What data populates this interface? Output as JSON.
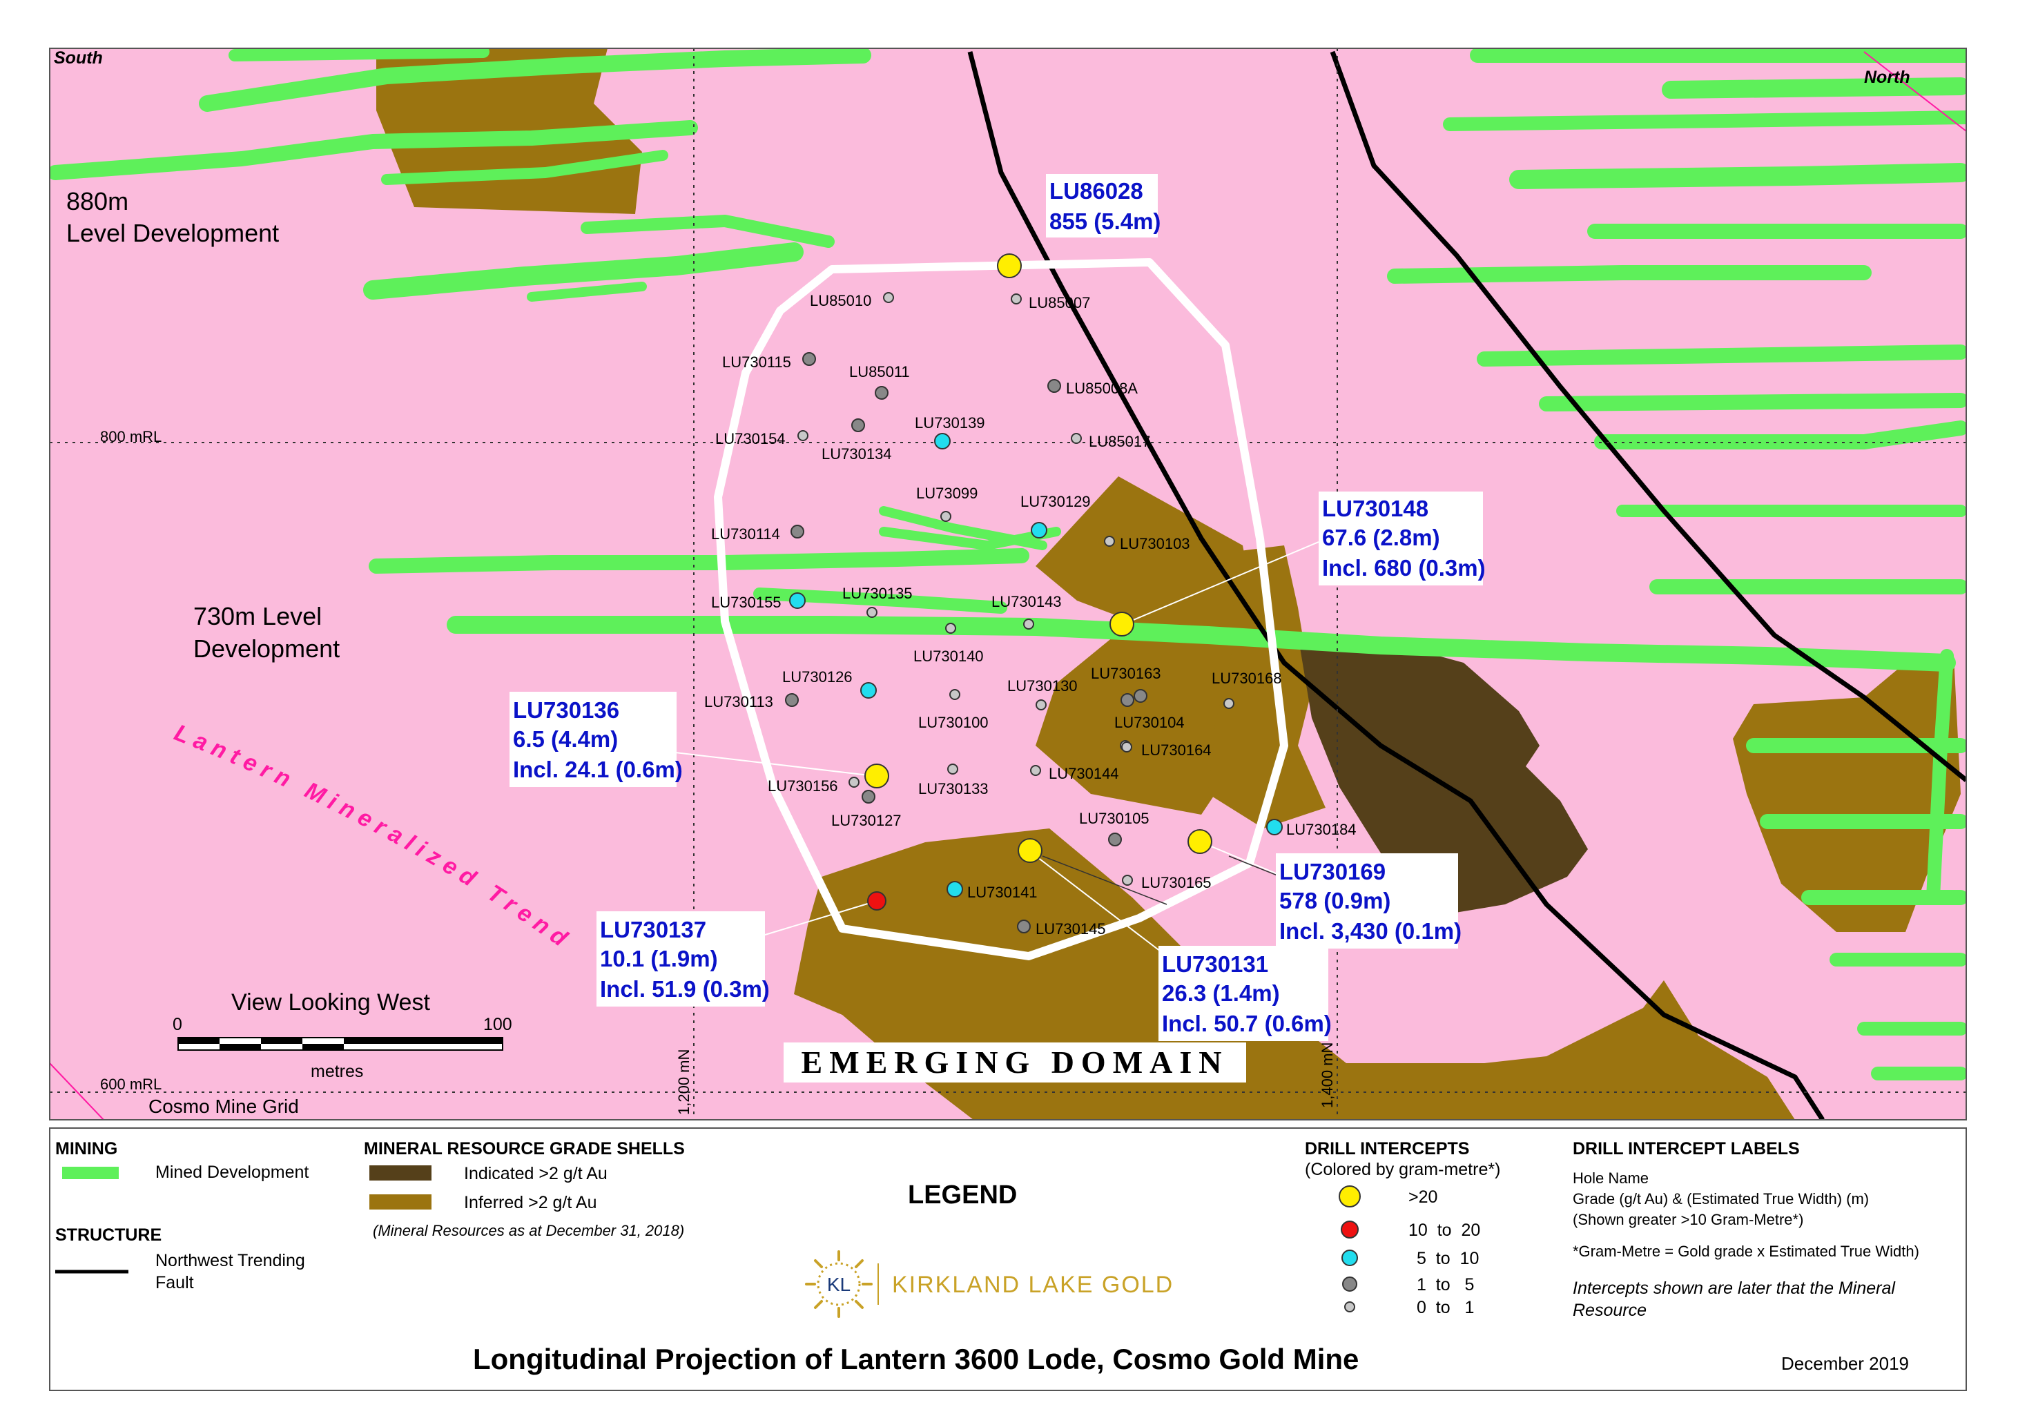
{
  "orientation": {
    "left": "South",
    "right": "North"
  },
  "levels": {
    "l880": [
      "880m",
      "Level Development"
    ],
    "l730": [
      "730m Level",
      "Development"
    ]
  },
  "rl": {
    "r800": "800 mRL",
    "r600": "600 mRL"
  },
  "grid_n": {
    "n1200": "1,200 mN",
    "n1400": "1,400 mN"
  },
  "trend": "Lantern Mineralized Trend",
  "domain_label": "EMERGING DOMAIN",
  "view": "View Looking West",
  "scale": {
    "zero": "0",
    "hundred": "100",
    "unit": "metres"
  },
  "mine_grid": "Cosmo Mine Grid",
  "holes": [
    "LU86028",
    "LU85010",
    "LU85007",
    "LU730115",
    "LU85011",
    "LU85008A",
    "LU730154",
    "LU730134",
    "LU730139",
    "LU85017",
    "LU73099",
    "LU730129",
    "LU730114",
    "LU730103",
    "LU730155",
    "LU730135",
    "LU730143",
    "LU730140",
    "LU730126",
    "LU730113",
    "LU730130",
    "LU730163",
    "LU730168",
    "LU730104",
    "LU730100",
    "LU730164",
    "LU730156",
    "LU730133",
    "LU730144",
    "LU730127",
    "LU730105",
    "LU730184",
    "LU730165",
    "LU730141",
    "LU730145",
    "LU730136",
    "LU730137",
    "LU730131",
    "LU730169",
    "LU730148"
  ],
  "callouts": {
    "lu86028": [
      "LU86028",
      "855 (5.4m)"
    ],
    "lu730148": [
      "LU730148",
      "67.6 (2.8m)",
      "Incl. 680 (0.3m)"
    ],
    "lu730136": [
      "LU730136",
      "6.5 (4.4m)",
      "Incl. 24.1 (0.6m)"
    ],
    "lu730169": [
      "LU730169",
      "578 (0.9m)",
      "Incl. 3,430 (0.1m)"
    ],
    "lu730137": [
      "LU730137",
      "10.1 (1.9m)",
      "Incl. 51.9 (0.3m)"
    ],
    "lu730131": [
      "LU730131",
      "26.3 (1.4m)",
      "Incl. 50.7 (0.6m)"
    ]
  },
  "colors": {
    "background": "#fbbbdc",
    "mined": "#5ef05a",
    "indicated": "#55401a",
    "inferred": "#9b7410",
    "fault": "#000000",
    "domain_outline": "#ffffff",
    "label_blue": "#0a12c8",
    "ic_gt20": "#ffee00",
    "ic_10_20": "#ee1111",
    "ic_5_10": "#22ddee",
    "ic_1_5": "#888888",
    "ic_0_1": "#c8c8c8"
  },
  "legend": {
    "title": "LEGEND",
    "mining": {
      "heading": "MINING",
      "item": "Mined Development"
    },
    "structure": {
      "heading": "STRUCTURE",
      "item1": "Northwest Trending",
      "item2": "Fault"
    },
    "shells": {
      "heading": "MINERAL RESOURCE GRADE SHELLS",
      "indicated": "Indicated >2 g/t Au",
      "inferred": "Inferred >2 g/t Au",
      "note": "(Mineral Resources as at December 31, 2018)"
    },
    "intercepts": {
      "heading": "DRILL INTERCEPTS",
      "subheading": "(Colored by gram-metre*)",
      "classes": [
        ">20",
        "10  to  20",
        "5  to  10",
        "1  to   5",
        "0  to   1"
      ]
    },
    "labels": {
      "heading": "DRILL INTERCEPT LABELS",
      "line1": "Hole Name",
      "line2": "Grade (g/t Au) & (Estimated True Width) (m)",
      "line3": "(Shown greater >10 Gram-Metre*)",
      "line4": "*Gram-Metre = Gold grade x Estimated True Width)",
      "note1": "Intercepts shown are later that the Mineral",
      "note2": "Resource"
    }
  },
  "logo": {
    "mark": "KL",
    "name": "KIRKLAND LAKE GOLD"
  },
  "title": "Longitudinal Projection of Lantern 3600 Lode, Cosmo Gold Mine",
  "date": "December 2019"
}
